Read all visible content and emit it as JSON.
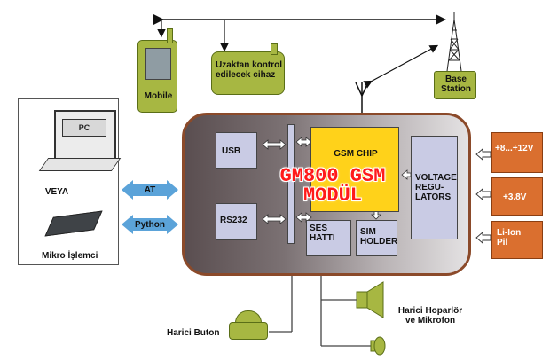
{
  "pc_panel": {
    "pc_label": "PC",
    "or_label": "VEYA",
    "mcu_label": "Mikro İşlemci"
  },
  "interfaces": {
    "at_label": "AT",
    "python_label": "Python"
  },
  "devices": {
    "mobile_label": "Mobile",
    "remote_device_label": "Uzaktan kontrol edilecek cihaz",
    "base_station_label": "Base Station"
  },
  "module": {
    "usb_label": "USB",
    "rs232_label": "RS232",
    "gsm_chip_label": "GSM CHIP",
    "voltage_label": "VOLTAGE REGU- LATORS",
    "ses_label": "SES HATTI",
    "sim_label": "SIM HOLDER",
    "title_line1": "GM800 GSM",
    "title_line2": "MODÜL"
  },
  "power": {
    "v1": "+8...+12V",
    "v2": "+3.8V",
    "v3": "Li-Ion Pil"
  },
  "externals": {
    "button_label": "Harici Buton",
    "speaker_label": "Harici Hoparlör ve Mikrofon"
  },
  "colors": {
    "green": "#a7b742",
    "orange": "#da6f2f",
    "yellow": "#ffd21a",
    "blue": "#5ba3d9",
    "module_border": "#8b4a2a"
  }
}
